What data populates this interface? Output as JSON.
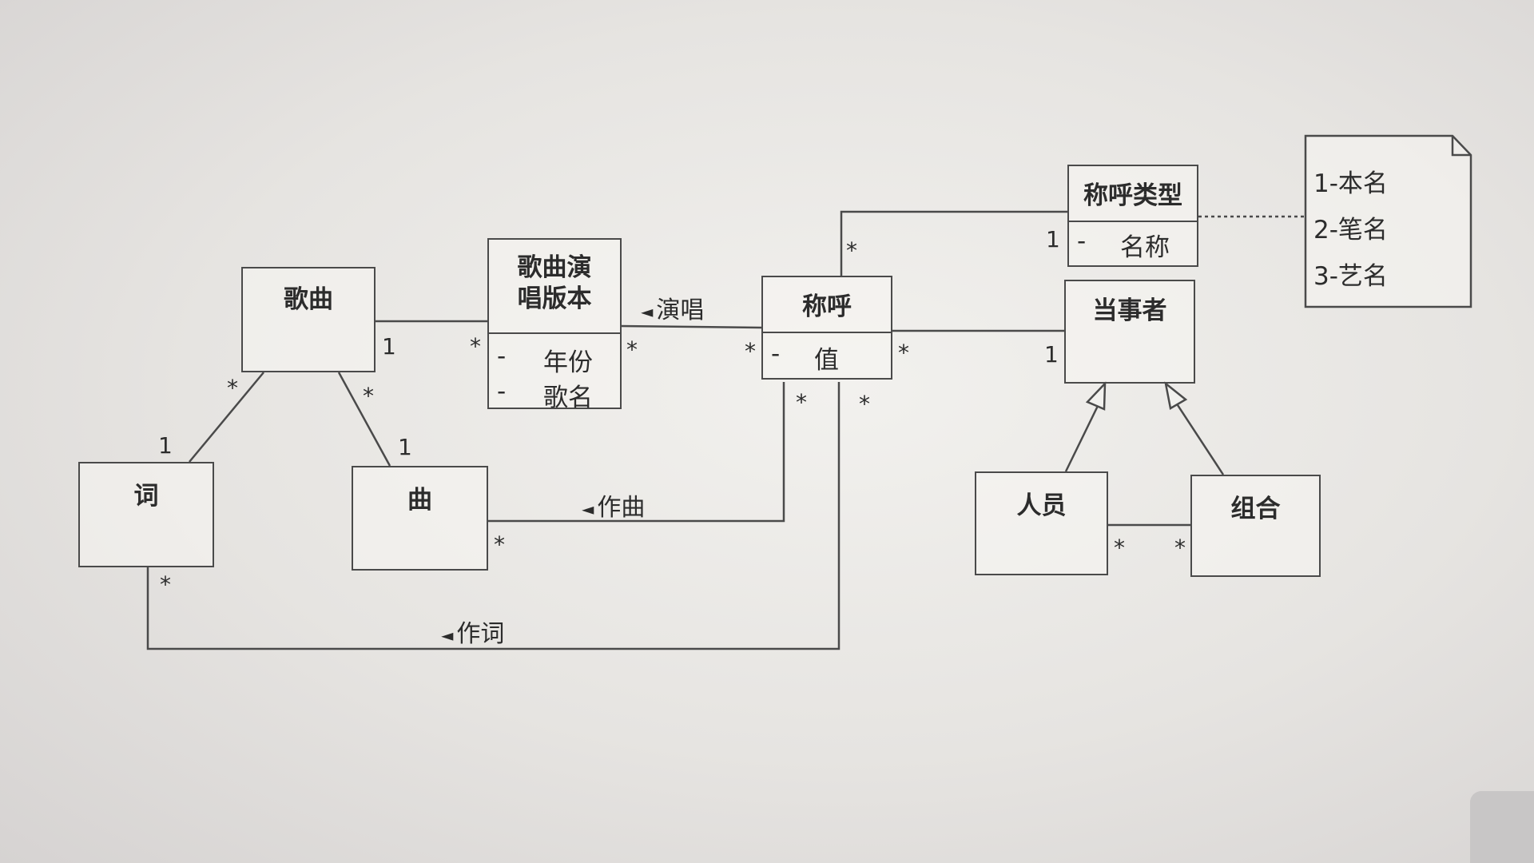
{
  "classes": {
    "song": {
      "name": "歌曲"
    },
    "lyrics": {
      "name": "词"
    },
    "melody": {
      "name": "曲"
    },
    "version": {
      "name": "歌曲演唱版本",
      "name_line1": "歌曲演",
      "name_line2": "唱版本",
      "attributes": [
        {
          "visibility": "-",
          "name": "年份"
        },
        {
          "visibility": "-",
          "name": "歌名"
        }
      ]
    },
    "appellation": {
      "name": "称呼",
      "attributes": [
        {
          "visibility": "-",
          "name": "值"
        }
      ]
    },
    "appellation_type": {
      "name": "称呼类型",
      "attributes": [
        {
          "visibility": "-",
          "name": "名称"
        }
      ]
    },
    "party": {
      "name": "当事者"
    },
    "person": {
      "name": "人员"
    },
    "group": {
      "name": "组合"
    }
  },
  "note": {
    "lines": [
      "1-本名",
      "2-笔名",
      "3-艺名"
    ]
  },
  "associations": {
    "sing": {
      "label": "演唱",
      "arrow": "◄"
    },
    "compose": {
      "label": "作曲",
      "arrow": "◄"
    },
    "write_lyrics": {
      "label": "作词",
      "arrow": "◄"
    }
  },
  "multiplicities": {
    "one": "1",
    "many": "*"
  }
}
